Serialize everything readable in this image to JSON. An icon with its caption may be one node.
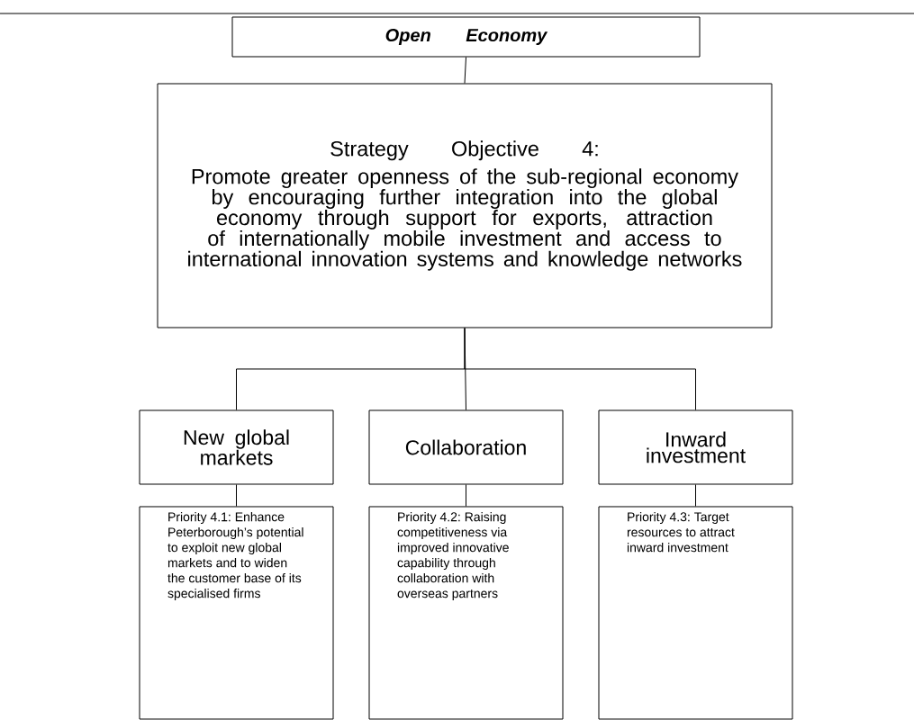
{
  "diagram": {
    "nodes": [
      {
        "text": [
          "Open Economy"
        ]
      },
      {
        "text": [
          "Strategy Objective 4:",
          "Promote greater openness of the sub-regional economy by encouraging further integration into the global economy through support for exports, attraction of internationally mobile investment and access to international innovation systems and knowledge networks"
        ]
      },
      {
        "text": [
          "New global markets"
        ]
      },
      {
        "text": [
          "Collaboration"
        ]
      },
      {
        "text": [
          "Inward investment"
        ]
      },
      {
        "text": [
          "Priority 4.1: Enhance Peterborough’s potential to exploit new global markets and to widen the customer base of its specialised firms"
        ]
      },
      {
        "text": [
          "Priority 4.2: Raising competitiveness via improved innovative capability through collaboration with overseas partners"
        ]
      },
      {
        "text": [
          "Priority 4.3: Target resources to attract inward investment"
        ]
      }
    ],
    "edges": [
      {
        "from": 0,
        "to": 1,
        "arrow": "none"
      },
      {
        "from": 1,
        "to": 2,
        "arrow": "none"
      },
      {
        "from": 1,
        "to": 3,
        "arrow": "none"
      },
      {
        "from": 1,
        "to": 4,
        "arrow": "none"
      },
      {
        "from": 2,
        "to": 5,
        "arrow": "none"
      },
      {
        "from": 3,
        "to": 6,
        "arrow": "none"
      },
      {
        "from": 4,
        "to": 7,
        "arrow": "none"
      }
    ]
  }
}
